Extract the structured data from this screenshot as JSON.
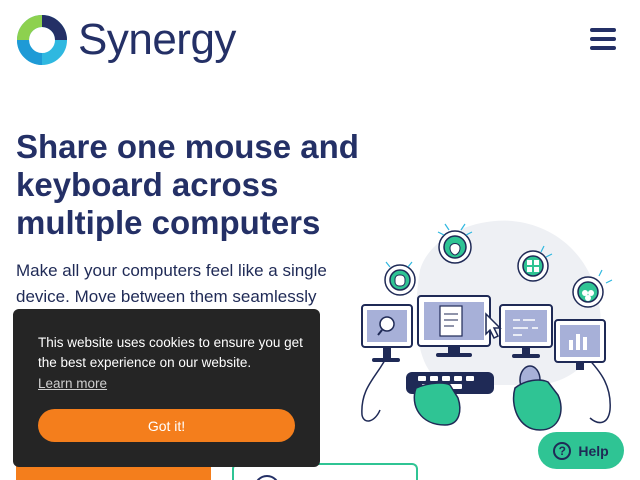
{
  "header": {
    "brand": "Synergy",
    "logo_icon": "synergy-ring-logo",
    "menu_icon": "hamburger-icon"
  },
  "hero": {
    "title": "Share one mouse and keyboard across multiple computers",
    "text": "Make all your computers feel like a single device. Move between them seamlessly"
  },
  "illustration": {
    "icons": [
      "apple-icon",
      "windows-icon",
      "linux-icon",
      "raspberry-pi-icon",
      "magnifier-icon",
      "document-icon",
      "code-icon",
      "chart-icon",
      "cursor-icon"
    ]
  },
  "cookie_banner": {
    "message": "This website uses cookies to ensure you get the best experience on our website.",
    "learn_more": "Learn more",
    "accept": "Got it!"
  },
  "help_widget": {
    "icon": "?",
    "label": "Help"
  },
  "colors": {
    "brand_navy": "#243066",
    "accent_orange": "#f47e1c",
    "accent_green": "#2fc494",
    "cookie_bg": "#252525"
  }
}
